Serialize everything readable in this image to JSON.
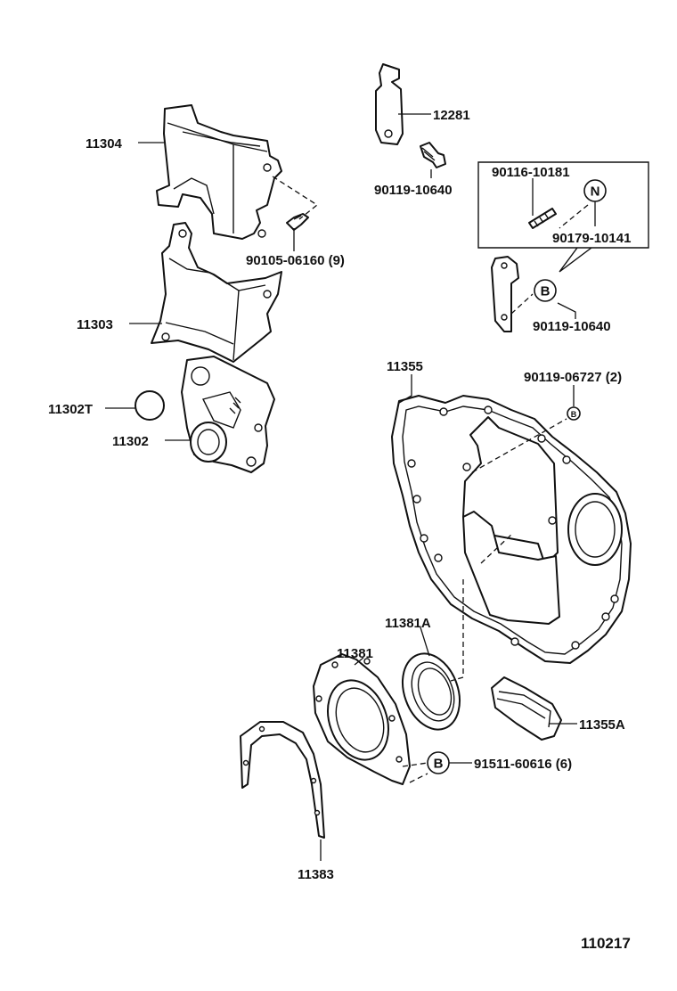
{
  "labels": {
    "p11304": "11304",
    "p11303": "11303",
    "p11302T": "11302T",
    "p11302": "11302",
    "p12281": "12281",
    "p90119_10640_a": "90119-10640",
    "p90105_06160": "90105-06160 (9)",
    "p90116_10181": "90116-10181",
    "p90179_10141": "90179-10141",
    "p90119_10640_b": "90119-10640",
    "p11355": "11355",
    "p90119_06727": "90119-06727 (2)",
    "p11381A": "11381A",
    "p11381": "11381",
    "p11355A": "11355A",
    "p91511_60616": "91511-60616 (6)",
    "p11383": "11383",
    "diagram_id": "110217"
  },
  "badges": {
    "n_marker": "N",
    "b_marker_bracket": "B",
    "b_marker_bolts": "B",
    "b_marker_small": "B"
  }
}
